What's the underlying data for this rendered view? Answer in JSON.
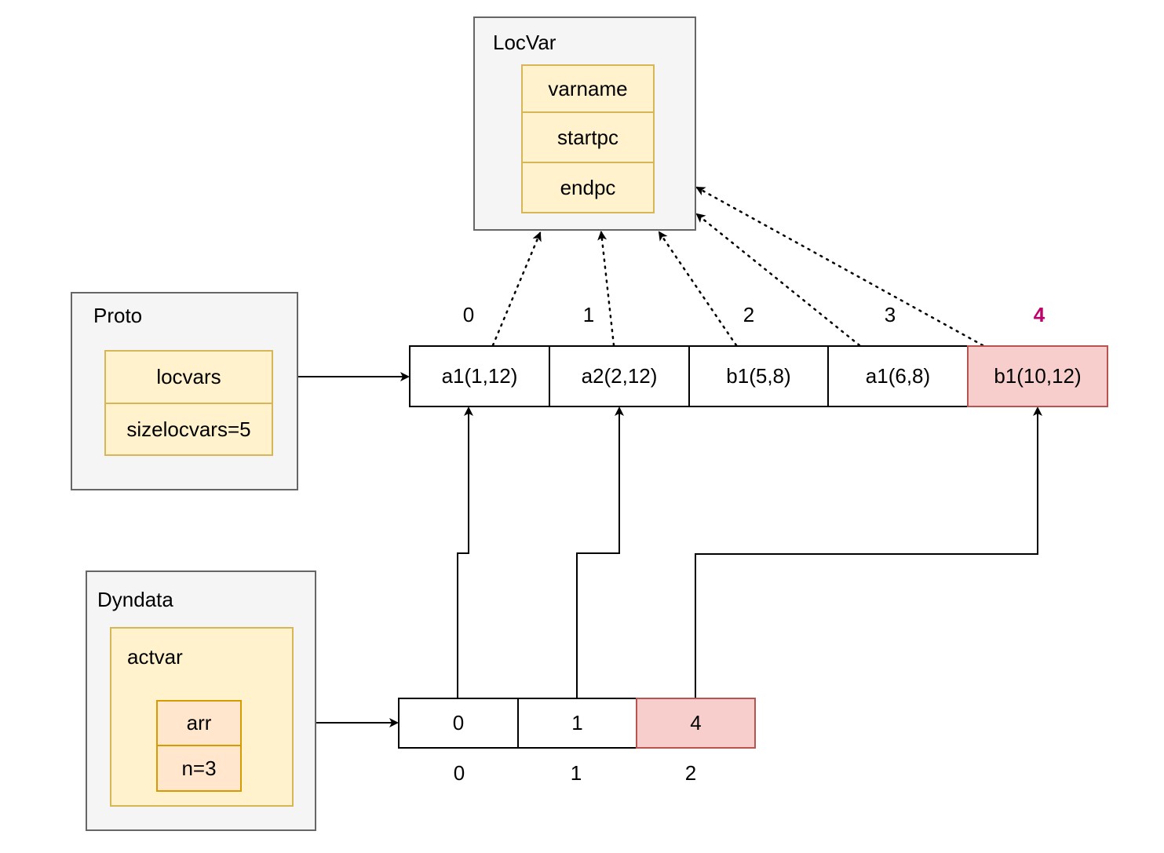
{
  "locvar": {
    "title": "LocVar",
    "fields": [
      "varname",
      "startpc",
      "endpc"
    ]
  },
  "proto": {
    "title": "Proto",
    "fields": [
      "locvars",
      "sizelocvars=5"
    ]
  },
  "dyndata": {
    "title": "Dyndata",
    "actvar": {
      "title": "actvar",
      "fields": [
        "arr",
        "n=3"
      ]
    }
  },
  "locvars_array": {
    "indices": [
      "0",
      "1",
      "2",
      "3",
      "4"
    ],
    "cells": [
      "a1(1,12)",
      "a2(2,12)",
      "b1(5,8)",
      "a1(6,8)",
      "b1(10,12)"
    ],
    "highlight_index": 4
  },
  "actvar_array": {
    "cells": [
      "0",
      "1",
      "4"
    ],
    "indices": [
      "0",
      "1",
      "2"
    ],
    "highlight_index": 2
  },
  "colors": {
    "container_fill": "#f5f5f5",
    "container_stroke": "#666666",
    "field_fill": "#fff2cc",
    "field_stroke": "#d6b656",
    "arr_fill": "#ffe6cc",
    "arr_stroke": "#d79b00",
    "highlight_fill": "#f8cecc",
    "highlight_stroke": "#b85450",
    "highlight_index_text": "#c0006a"
  }
}
